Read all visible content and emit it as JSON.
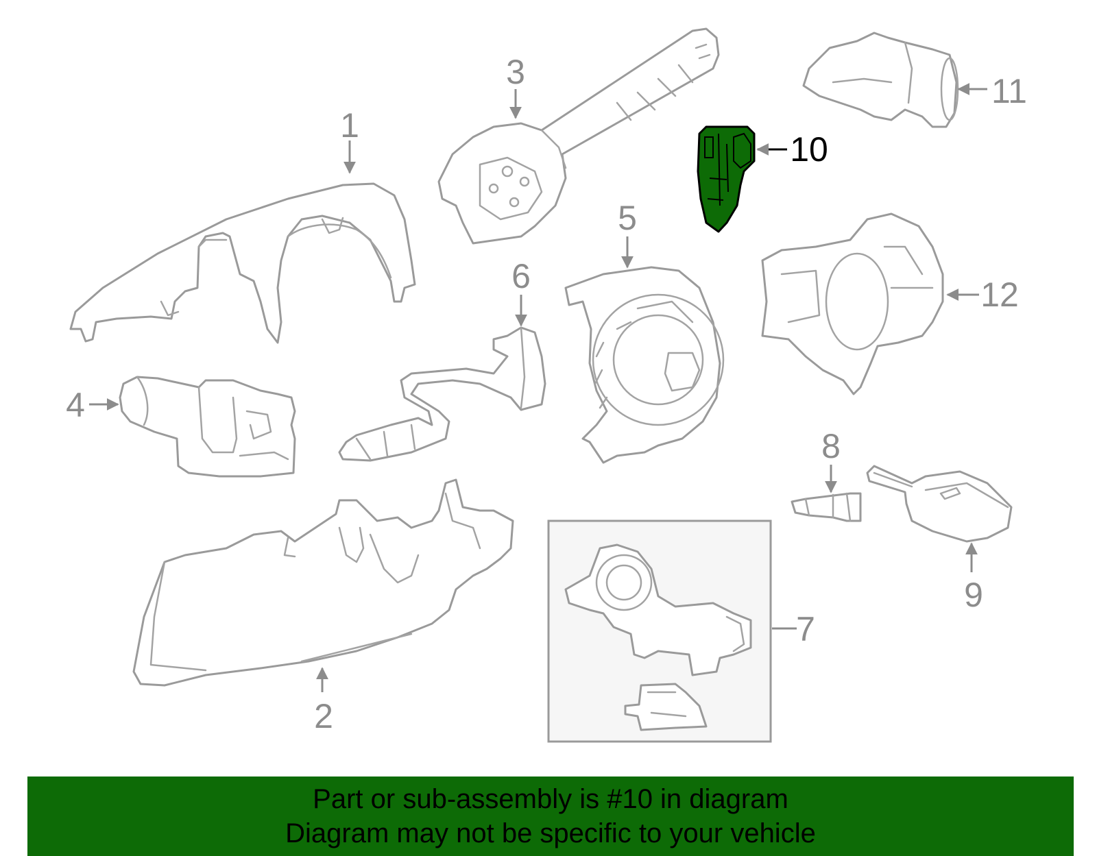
{
  "callouts": {
    "c1": "1",
    "c2": "2",
    "c3": "3",
    "c4": "4",
    "c5": "5",
    "c6": "6",
    "c7": "7",
    "c8": "8",
    "c9": "9",
    "c10": "10",
    "c11": "11",
    "c12": "12"
  },
  "highlight_color": "#0d6b06",
  "banner": {
    "line1": "Part or sub-assembly is #10 in diagram",
    "line2": "Diagram may not be specific to your vehicle"
  }
}
